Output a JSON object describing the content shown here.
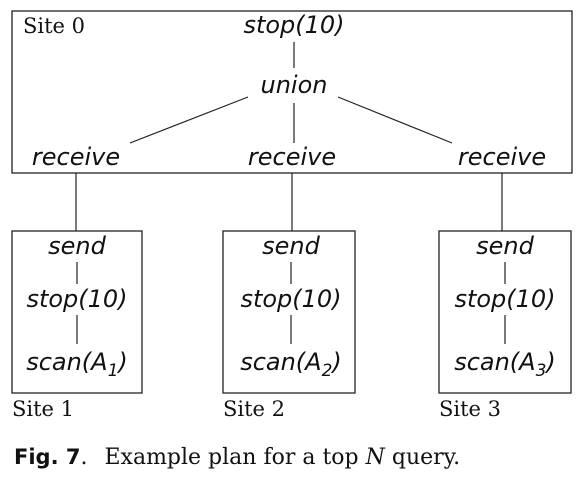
{
  "site0": {
    "label": "Site 0",
    "stop": "stop(10)",
    "union": "union",
    "receive_left": "receive",
    "receive_mid": "receive",
    "receive_right": "receive"
  },
  "sites": [
    {
      "label": "Site 1",
      "send": "send",
      "stop": "stop(10)",
      "scan": "scan(A",
      "scan_sub": "1",
      "scan_close": ")"
    },
    {
      "label": "Site 2",
      "send": "send",
      "stop": "stop(10)",
      "scan": "scan(A",
      "scan_sub": "2",
      "scan_close": ")"
    },
    {
      "label": "Site 3",
      "send": "send",
      "stop": "stop(10)",
      "scan": "scan(A",
      "scan_sub": "3",
      "scan_close": ")"
    }
  ],
  "caption": {
    "label": "Fig. 7",
    "sep": ".",
    "text_before": "Example plan for a top ",
    "italic_n": "N",
    "text_after": " query."
  }
}
